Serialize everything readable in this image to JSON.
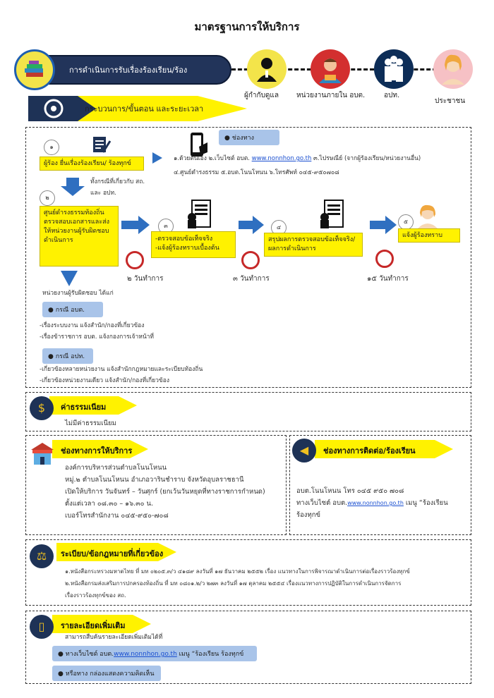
{
  "title": "มาตรฐานการให้บริการ",
  "header": {
    "band_text": "การดำเนินการรับเรื่องร้องเรียน/ร้อง",
    "roles": [
      "ผู้กำกับดูแล",
      "หน่วยงานภายใน อบต.",
      "อปท.",
      "ประชาชน"
    ],
    "process_title": "กระบวนการ/ขั้นตอน และระยะเวลา"
  },
  "process": {
    "step1_num": "๑",
    "step1_text": "ผู้ร้อง ยื่นเรื่องร้องเรียน/ ร้องทุกข์",
    "channels_label": "ช่องทาง",
    "channels_line1": "๑.ด้วยตนเอง   ๒.เว็บไซต์ อบต.",
    "channels_link": "www.nonnhon.go.th",
    "channels_line1b": "๓.ไปรษณีย์ (จากผู้ร้องเรียน/หน่วยงานอื่น)",
    "channels_line2": "๔.ศูนย์ดำรงธรรม    ๕.อบต.โนนโหนน    ๖.โทรศัพท์ ๐๔๕-๙๕๐๗๐๘",
    "note_case": "ทั้งกรณีที่เกี่ยวกับ สถ.",
    "note_case2": "และ อปท.",
    "step2_num": "๒",
    "step2_text": "ศูนย์ดำรงธรรมท้องถิ่น ตรวจสอบเอกสารและส่งให้หน่วยงานผู้รับผิดชอบดำเนินการ",
    "step3_num": "๓",
    "step3_text1": "-ตรวจสอบข้อเท็จจริง",
    "step3_text2": "-แจ้งผู้ร้องทราบเบื้องต้น",
    "step4_num": "๔",
    "step4_text": "สรุปผลการตรวจสอบข้อเท็จจริง/ผลการดำเนินการ",
    "step5_num": "๕",
    "step5_text": "แจ้งผู้ร้องทราบ",
    "day1": "๒ วันทำการ",
    "day2": "๓ วันทำการ",
    "day3": "๑๕ วันทำการ",
    "responsible_label": "หน่วยงานผู้รับผิดชอบ ได้แก่",
    "case_abt": "กรณี อบต.",
    "abt_line1": "-เรื่องระบบงาน แจ้งสำนัก/กองที่เกี่ยวข้อง",
    "abt_line2": "-เรื่องข้าราชการ อบต. แจ้งกองการเจ้าหน้าที่",
    "case_opt": "กรณี อปท.",
    "opt_line1": "-เกี่ยวข้องหลายหน่วยงาน แจ้งสำนักกฎหมายและระเบียบท้องถิ่น",
    "opt_line2": "-เกี่ยวข้องหน่วยงานเดียว แจ้งสำนัก/กองที่เกี่ยวข้อง"
  },
  "fee": {
    "title": "ค่าธรรมเนียม",
    "body": "ไม่มีค่าธรรมเนียม"
  },
  "service": {
    "title": "ช่องทางการให้บริการ",
    "lines": [
      "องค์การบริหารส่วนตำบลโนนโหนน",
      "หมู่.๒ ตำบลโนนโหนน  อำเภอวารินชำราบ จังหวัดอุบลราชธานี",
      "เปิดให้บริการ วันจันทร์ – วันศุกร์ (ยกเว้นวันหยุดที่ทางราชการกำหนด)",
      "ตั้งแต่เวลา  ๐๘.๓๐ – ๑๖.๓๐ น.",
      "เบอร์โทรสำนักงาน  ๐๔๕-๙๕๐-๗๐๘"
    ]
  },
  "contact": {
    "title": "ช่องทางการติดต่อ/ร้องเรียน",
    "line1": "อบต.โนนโหนน   โทร ๐๔๕ ๙๕๐ ๗๐๘",
    "line2a": "ทางเว็บไซต์ อบต.",
    "link": "www.nonnhon.go.th",
    "line2b": " เมนู “ร้องเรียน",
    "line3": "ร้องทุกข์"
  },
  "law": {
    "title": "ระเบียบ/ข้อกฎหมายที่เกี่ยวข้อง",
    "line1": "๑.หนังสือกระทรวงมหาดไทย ที่ มท ๐๒๐๕.๓/ว ๔๑๘๙ ลงวันที่ ๑๗ ธันวาคม ๒๕๕๒ เรื่อง แนวทางในการพิจารณาดำเนินการต่อเรื่องราวร้องทุกข์",
    "line2": "๒.หนังสือกรมส่งเสริมการปกครองท้องถิ่น ที่ มท ๐๘๐๑.๒/ว ๒๗๓ ลงวันที่ ๑๗ ตุลาคม ๒๕๕๔ เรื่องแนวทางการปฏิบัติในการดำเนินการจัดการ",
    "line3": "เรื่องราวร้องทุกข์ของ สถ."
  },
  "more": {
    "title": "รายละเอียดเพิ่มเติม",
    "intro": "สามารถสืบค้นรายละเอียดเพิ่มเติมได้ที่",
    "item1a": "ทางเว็บไซต์ อบต.",
    "item1_link": "www.nonnhon.go.th",
    "item1b": " เมนู “ร้องเรียน ร้องทุกข์",
    "item2": "หรือทาง กล่องแสดงความคิดเห็น"
  },
  "colors": {
    "yellow": "#fff200",
    "navy": "#22345a",
    "blue": "#2f6fc0",
    "light_blue": "#a9c4e9"
  }
}
